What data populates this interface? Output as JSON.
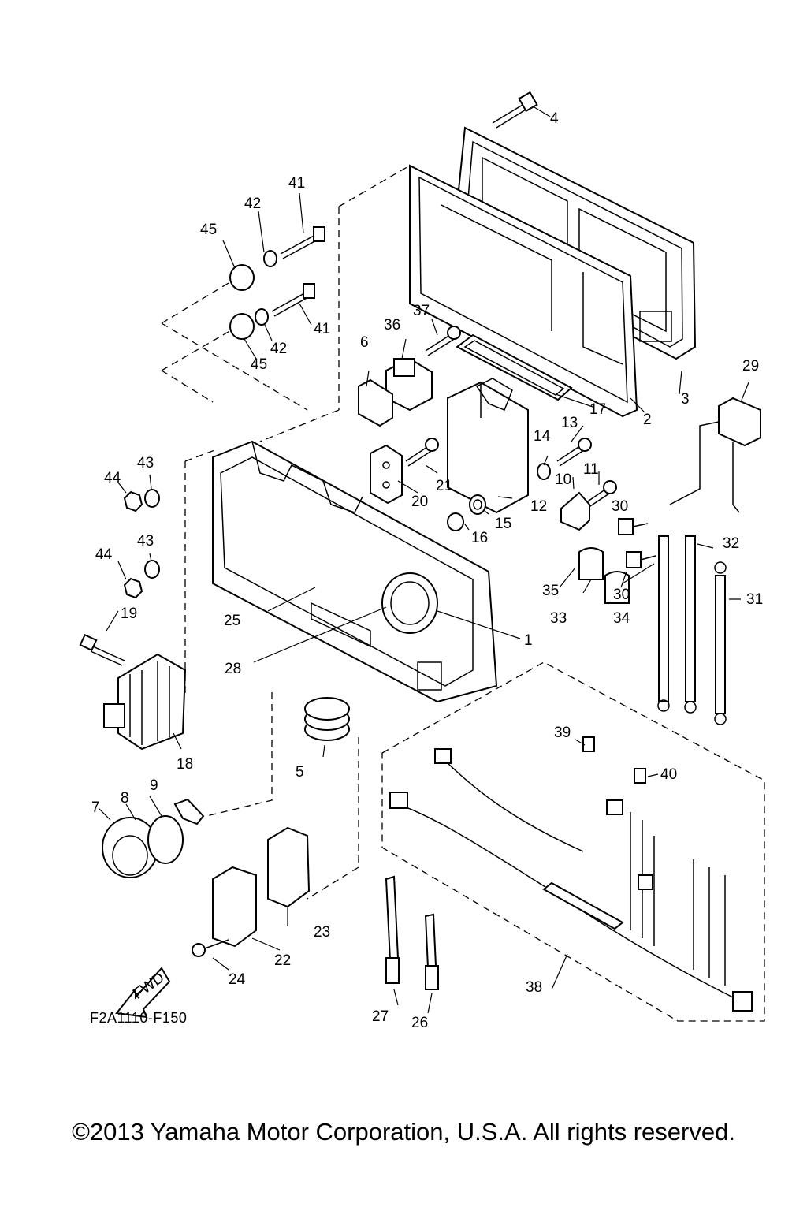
{
  "diagram": {
    "code": "F2A1110-F150",
    "fwd_label": "FWD",
    "callouts": [
      {
        "n": "1"
      },
      {
        "n": "2"
      },
      {
        "n": "3"
      },
      {
        "n": "4"
      },
      {
        "n": "5"
      },
      {
        "n": "6"
      },
      {
        "n": "7"
      },
      {
        "n": "8"
      },
      {
        "n": "9"
      },
      {
        "n": "10"
      },
      {
        "n": "11"
      },
      {
        "n": "12"
      },
      {
        "n": "13"
      },
      {
        "n": "14"
      },
      {
        "n": "15"
      },
      {
        "n": "16"
      },
      {
        "n": "17"
      },
      {
        "n": "18"
      },
      {
        "n": "19"
      },
      {
        "n": "20"
      },
      {
        "n": "21"
      },
      {
        "n": "22"
      },
      {
        "n": "23"
      },
      {
        "n": "24"
      },
      {
        "n": "25"
      },
      {
        "n": "26"
      },
      {
        "n": "27"
      },
      {
        "n": "28"
      },
      {
        "n": "29"
      },
      {
        "n": "30"
      },
      {
        "n": "30"
      },
      {
        "n": "31"
      },
      {
        "n": "32"
      },
      {
        "n": "33"
      },
      {
        "n": "34"
      },
      {
        "n": "35"
      },
      {
        "n": "36"
      },
      {
        "n": "37"
      },
      {
        "n": "38"
      },
      {
        "n": "39"
      },
      {
        "n": "40"
      },
      {
        "n": "41"
      },
      {
        "n": "41"
      },
      {
        "n": "42"
      },
      {
        "n": "42"
      },
      {
        "n": "43"
      },
      {
        "n": "43"
      },
      {
        "n": "44"
      },
      {
        "n": "44"
      },
      {
        "n": "45"
      },
      {
        "n": "45"
      }
    ]
  },
  "footer": {
    "copyright": "©2013 Yamaha Motor Corporation, U.S.A. All rights reserved."
  }
}
